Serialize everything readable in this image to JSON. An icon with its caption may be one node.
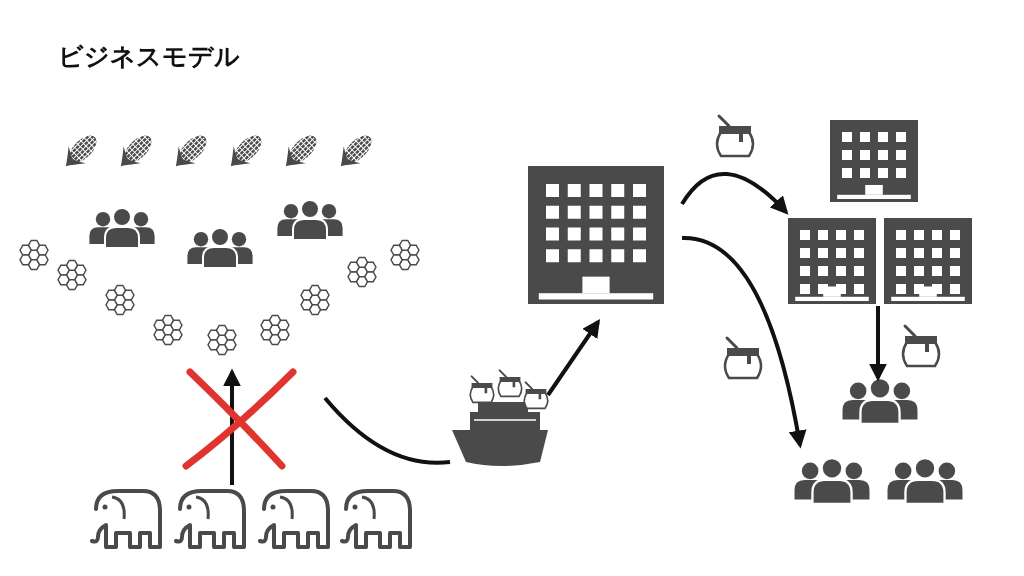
{
  "diagram": {
    "title": "ビジネスモデル",
    "nodes": [
      {
        "text": [],
        "shape": "picture"
      },
      {
        "text": [],
        "shape": "picture"
      },
      {
        "text": [],
        "shape": "picture"
      },
      {
        "text": [],
        "shape": "picture"
      },
      {
        "text": [],
        "shape": "picture"
      },
      {
        "text": [],
        "shape": "picture"
      }
    ],
    "edges": [
      {
        "from": 1,
        "to": 0,
        "arrow": "to"
      },
      {
        "from": null,
        "to": 2,
        "arrow": "none"
      },
      {
        "from": 2,
        "to": 3,
        "arrow": "to"
      },
      {
        "from": 3,
        "to": 4,
        "arrow": "to"
      },
      {
        "from": 3,
        "to": 5,
        "arrow": "to"
      },
      {
        "from": 4,
        "to": 5,
        "arrow": "to"
      }
    ]
  }
}
